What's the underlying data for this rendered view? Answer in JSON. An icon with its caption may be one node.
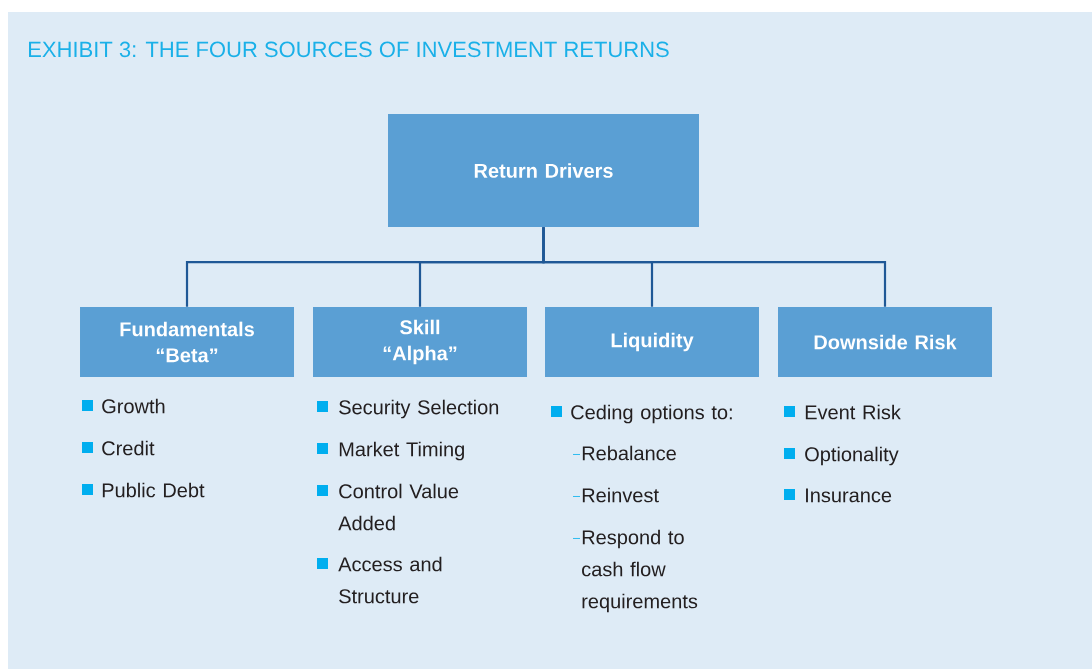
{
  "diagram": {
    "title": "EXHIBIT 3: THE FOUR SOURCES OF INVESTMENT RETURNS",
    "nodes": [
      {
        "text": [
          "Return Drivers"
        ]
      },
      {
        "text": [
          "Fundamentals “Beta”"
        ],
        "beside": [
          "Growth",
          "Credit",
          "Public Debt"
        ]
      },
      {
        "text": [
          "Skill “Alpha”"
        ],
        "beside": [
          "Security Selection",
          "Market Timing",
          "Control Value Added",
          "Access and Structure"
        ]
      },
      {
        "text": [
          "Liquidity"
        ],
        "beside": [
          "Ceding options to:",
          "Rebalance",
          "Reinvest",
          "Respond to cash flow requirements"
        ]
      },
      {
        "text": [
          "Downside Risk"
        ],
        "beside": [
          "Event Risk",
          "Optionality",
          "Insurance"
        ]
      }
    ],
    "edges": [
      {
        "from": 0,
        "to": 1,
        "arrow": "none"
      },
      {
        "from": 0,
        "to": 2,
        "arrow": "none"
      },
      {
        "from": 0,
        "to": 3,
        "arrow": "none"
      },
      {
        "from": 0,
        "to": 4,
        "arrow": "none"
      }
    ]
  }
}
